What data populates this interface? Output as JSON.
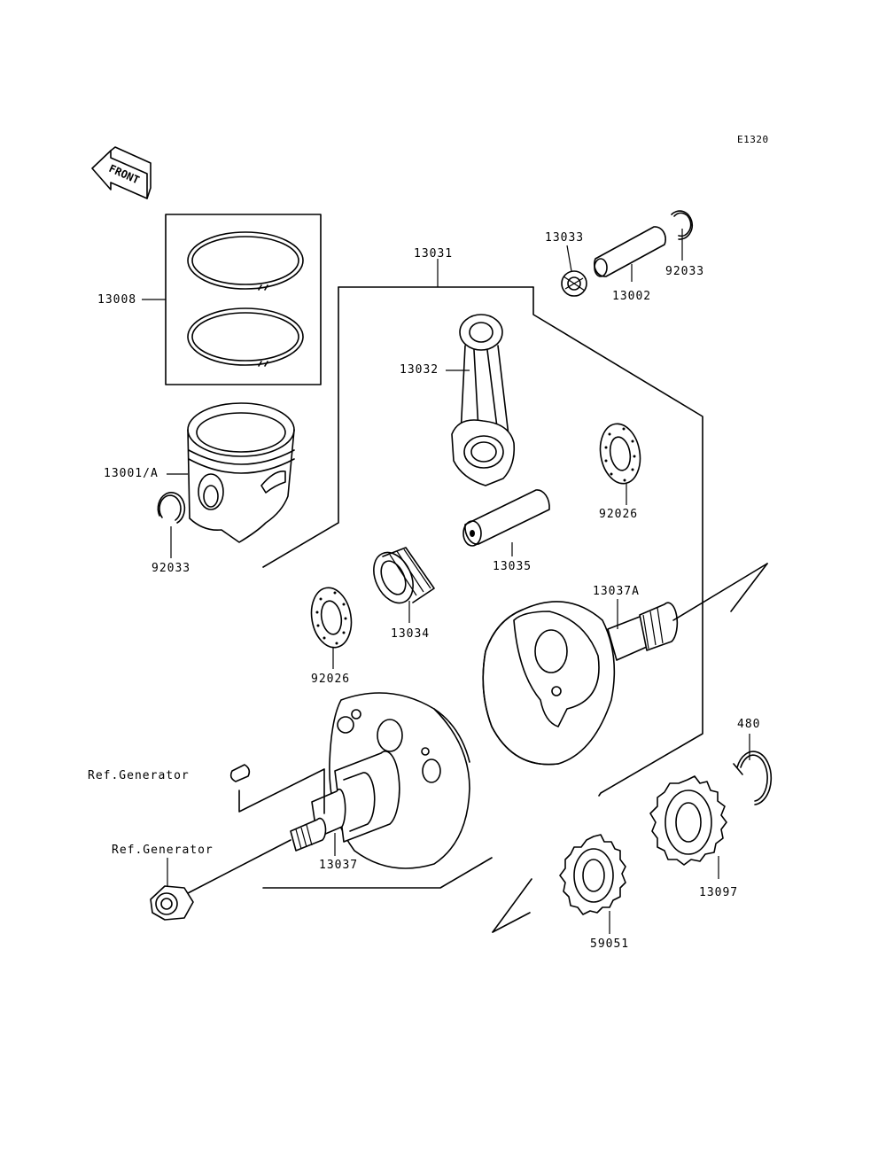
{
  "diagram_code": "E1320",
  "front_arrow_label": "FRONT",
  "parts": [
    {
      "id": "p13008",
      "label": "13008"
    },
    {
      "id": "p13031",
      "label": "13031"
    },
    {
      "id": "p13033",
      "label": "13033"
    },
    {
      "id": "p13002",
      "label": "13002"
    },
    {
      "id": "p92033a",
      "label": "92033"
    },
    {
      "id": "p13032",
      "label": "13032"
    },
    {
      "id": "p13001A",
      "label": "13001/A"
    },
    {
      "id": "p92033b",
      "label": "92033"
    },
    {
      "id": "p92026a",
      "label": "92026"
    },
    {
      "id": "p13035",
      "label": "13035"
    },
    {
      "id": "p13034",
      "label": "13034"
    },
    {
      "id": "p13037A",
      "label": "13037A"
    },
    {
      "id": "p92026b",
      "label": "92026"
    },
    {
      "id": "p480",
      "label": "480"
    },
    {
      "id": "pRefGen1",
      "label": "Ref.Generator"
    },
    {
      "id": "pRefGen2",
      "label": "Ref.Generator"
    },
    {
      "id": "p13037",
      "label": "13037"
    },
    {
      "id": "p13097",
      "label": "13097"
    },
    {
      "id": "p59051",
      "label": "59051"
    }
  ]
}
